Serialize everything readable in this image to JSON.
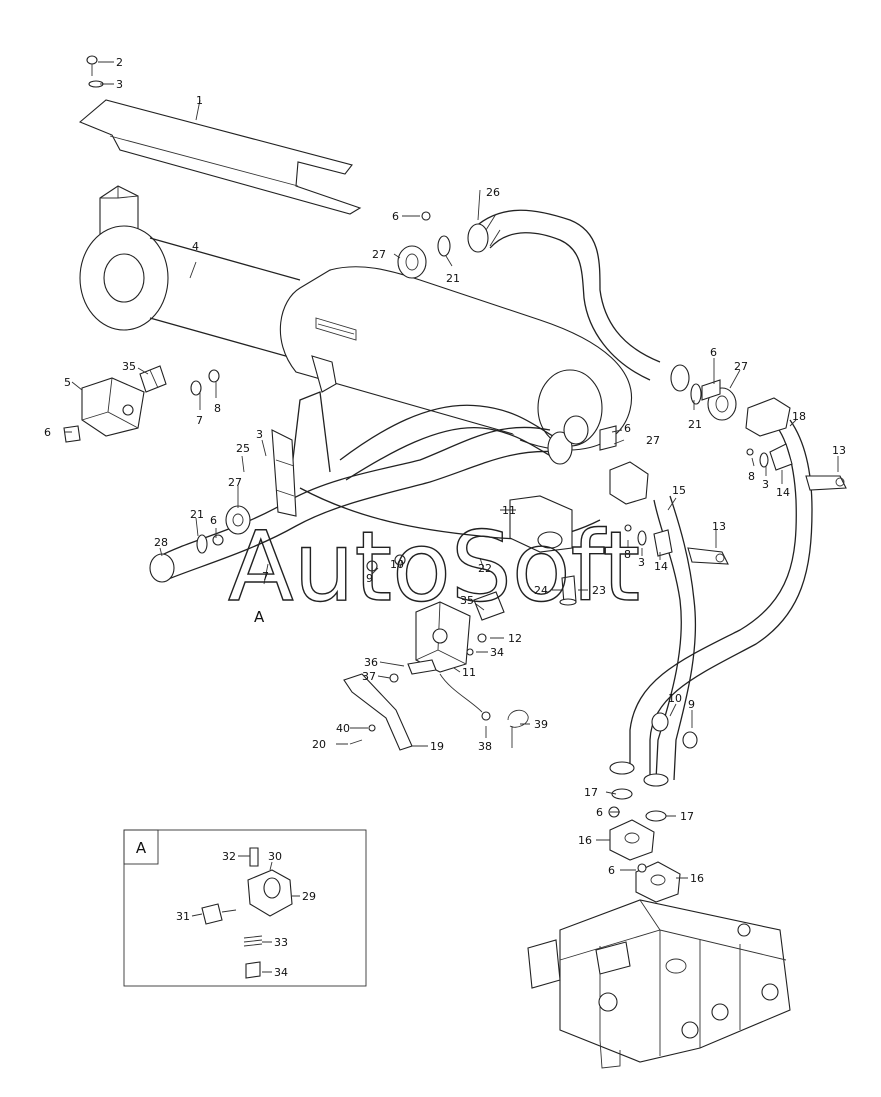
{
  "watermark": "AutoSoft",
  "detail_label": "A",
  "detail_callout": "A",
  "callouts": {
    "c1": "1",
    "c2": "2",
    "c3a": "3",
    "c4": "4",
    "c5": "5",
    "c6a": "6",
    "c7a": "7",
    "c8a": "8",
    "c35a": "35",
    "c26": "26",
    "c6b": "6",
    "c27a": "27",
    "c21a": "21",
    "c6c": "6",
    "c27b": "27",
    "c21b": "21",
    "c18": "18",
    "c13a": "13",
    "c8b": "8",
    "c3b": "3",
    "c14a": "14",
    "c25": "25",
    "c3c": "3",
    "c27c": "27",
    "c21c": "21",
    "c6d": "6",
    "c28": "28",
    "c7b": "7",
    "c6e": "6",
    "c27d": "27",
    "c15": "15",
    "c13b": "13",
    "c8c": "8",
    "c3d": "3",
    "c14b": "14",
    "c11a": "11",
    "c9a": "9",
    "c10a": "10",
    "c22": "22",
    "c24": "24",
    "c23": "23",
    "c35b": "35",
    "c12": "12",
    "c34a": "34",
    "c36": "36",
    "c37": "37",
    "c11b": "11",
    "c40": "40",
    "c20": "20",
    "c19": "19",
    "c38": "38",
    "c39": "39",
    "c10b": "10",
    "c9b": "9",
    "c17a": "17",
    "c17b": "17",
    "c6f": "6",
    "c16a": "16",
    "c6g": "6",
    "c16b": "16",
    "c32": "32",
    "c30": "30",
    "c29": "29",
    "c31": "31",
    "c33": "33",
    "c34b": "34"
  }
}
